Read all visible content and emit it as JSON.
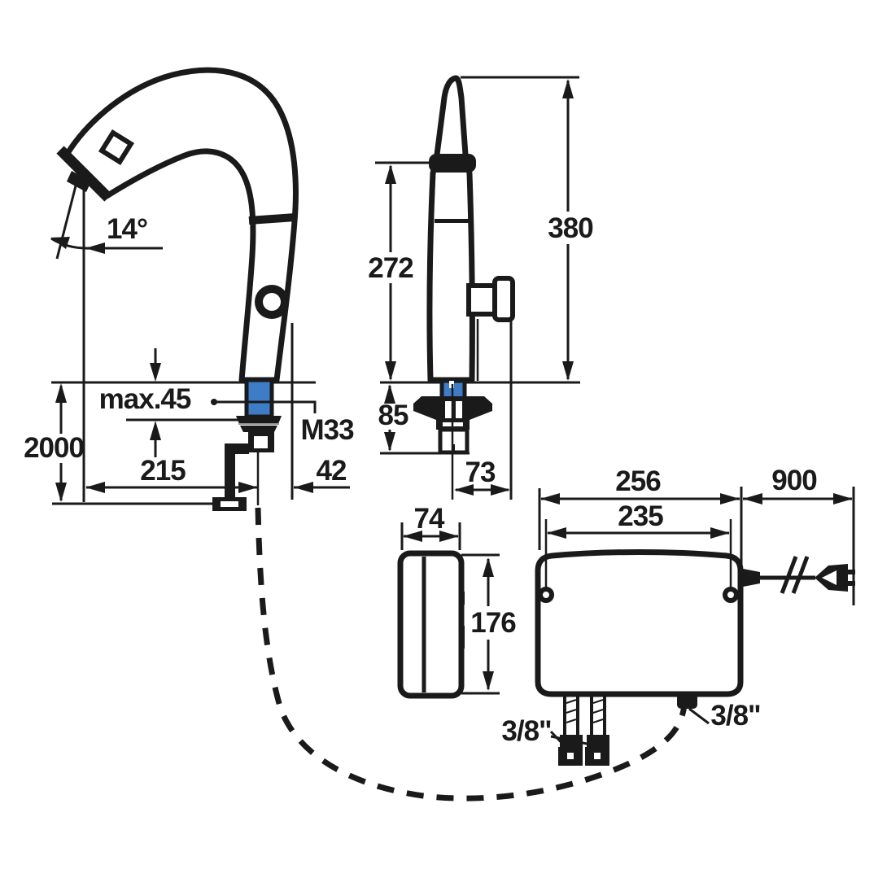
{
  "drawing": {
    "colors": {
      "faucet_fill": "#3d7cc7",
      "line_color": "#1a1a1a",
      "background": "#ffffff"
    },
    "side": {
      "angle": "14°",
      "max_deck": "max.45",
      "hose": "2000",
      "reach": "215",
      "rear": "42",
      "thread": "M33"
    },
    "front": {
      "outlet_h": "272",
      "total_h": "380",
      "under": "85",
      "side_off": "73"
    },
    "box_side": {
      "depth": "74",
      "height": "176"
    },
    "box_front": {
      "width": "256",
      "holes": "235",
      "cable": "900",
      "conn_a": "3/8\"",
      "conn_b": "3/8\""
    }
  }
}
